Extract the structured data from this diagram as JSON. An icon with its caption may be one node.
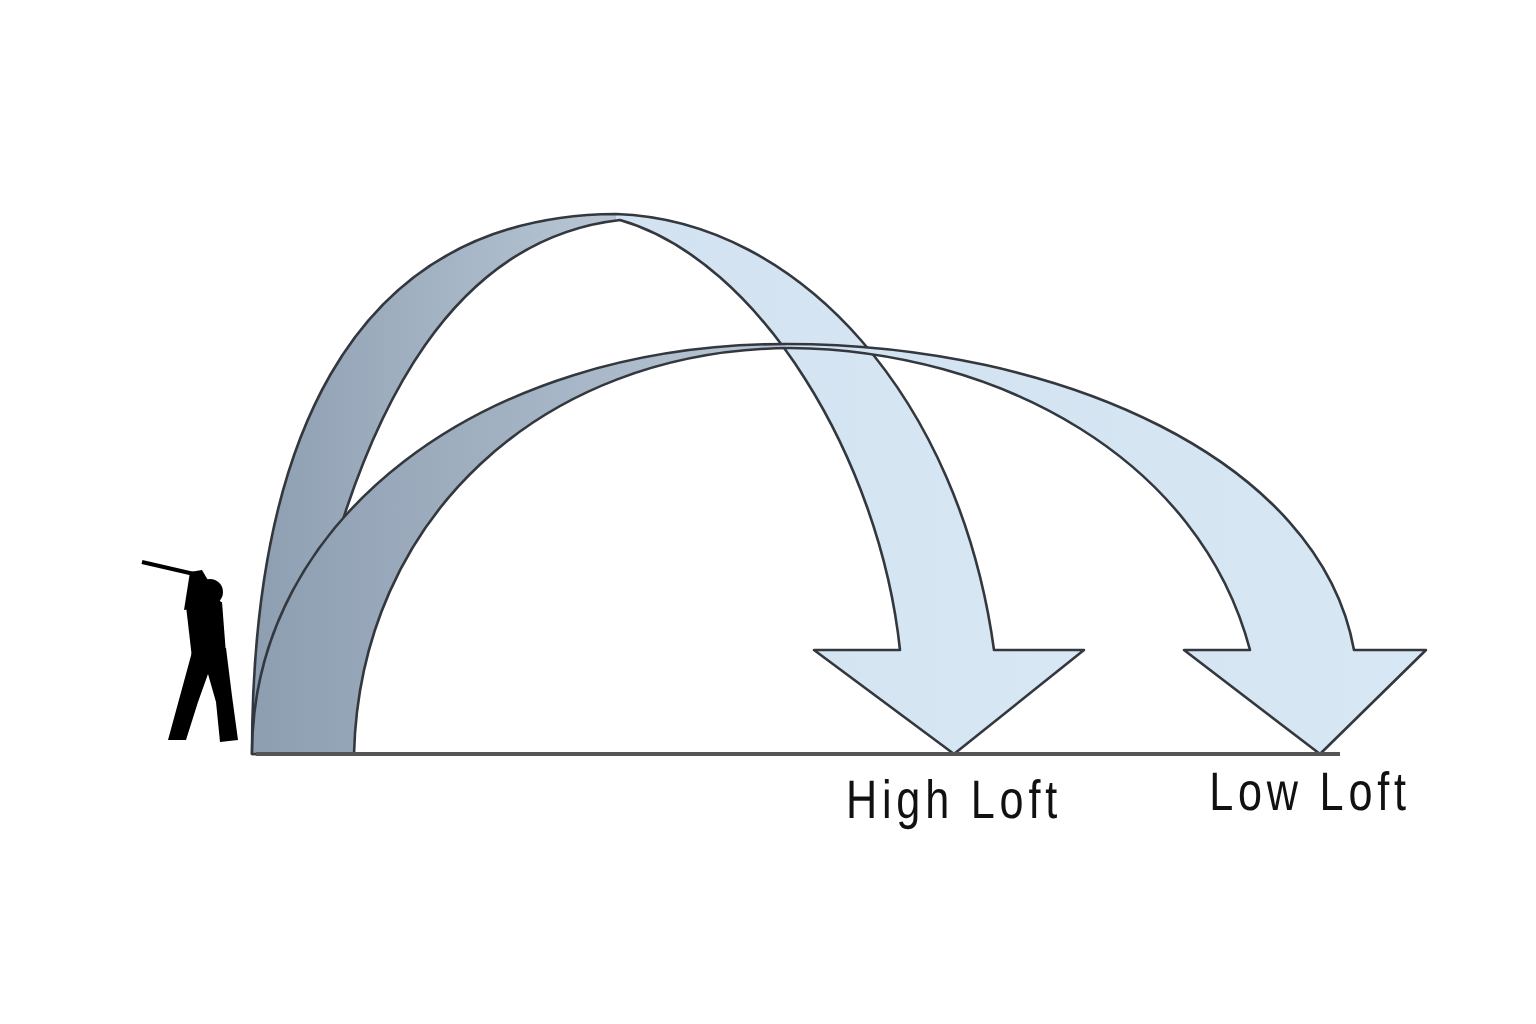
{
  "diagram": {
    "nodes": [
      {
        "text": [],
        "shape": "person"
      },
      {
        "text": [
          "High Loft"
        ]
      },
      {
        "text": [
          "Low Loft"
        ]
      }
    ],
    "edges": [
      {
        "from": 0,
        "to": 1,
        "arrow": "to"
      },
      {
        "from": 0,
        "to": 2,
        "arrow": "to"
      }
    ]
  }
}
